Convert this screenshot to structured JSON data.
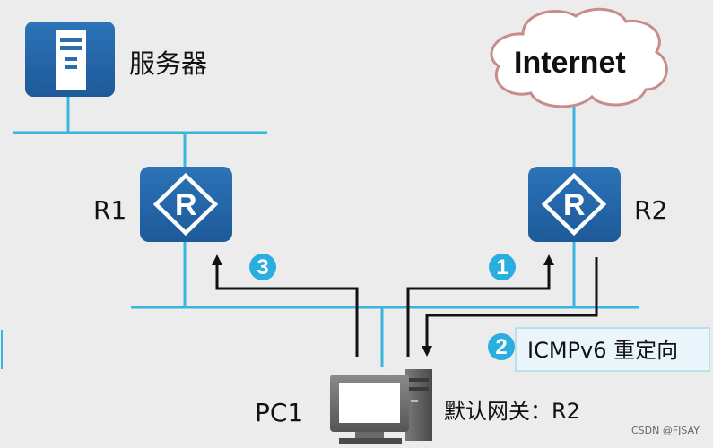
{
  "labels": {
    "server": "服务器",
    "internet": "Internet",
    "r1": "R1",
    "r2": "R2",
    "r_letter": "R",
    "pc": "PC1",
    "default_gateway": "默认网关：R2",
    "icmp_redirect": "ICMPv6 重定向",
    "watermark": "CSDN @FJSAY"
  },
  "steps": {
    "s1": "1",
    "s2": "2",
    "s3": "3"
  },
  "colors": {
    "line": "#3ab6dd",
    "device": "#2a6db0",
    "device_dark": "#1f5a97",
    "step_badge": "#2aaee0",
    "arrow": "#111111",
    "cloud_stroke": "#c98b8b",
    "box_fill": "#eaf6fb",
    "box_stroke": "#a8dbe9",
    "background": "#ececec"
  }
}
